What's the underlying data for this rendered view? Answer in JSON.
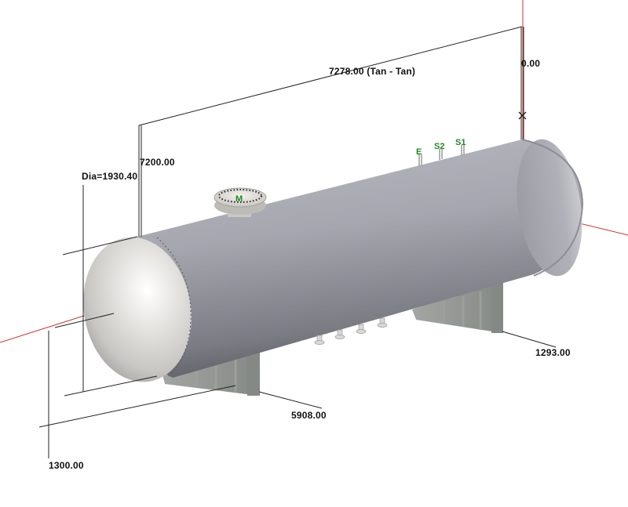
{
  "view": {
    "background": "#ffffff",
    "axis_color": "#cc3333",
    "dimension_line_color": "#222222",
    "vessel_color": "#a9a9b1",
    "support_color": "#8f9390",
    "nozzle_label_color": "#1e8a1e"
  },
  "dimensions": {
    "tan_tan": "7278.00 (Tan - Tan)",
    "top_zero": "0.00",
    "elevation_top": "7200.00",
    "diameter": "Dia=1930.40",
    "right_saddle": "1293.00",
    "left_saddle": "5908.00",
    "bottom_elevation": "1300.00"
  },
  "nozzles": {
    "manhole": "M",
    "top": [
      "E",
      "S2",
      "S1"
    ]
  }
}
